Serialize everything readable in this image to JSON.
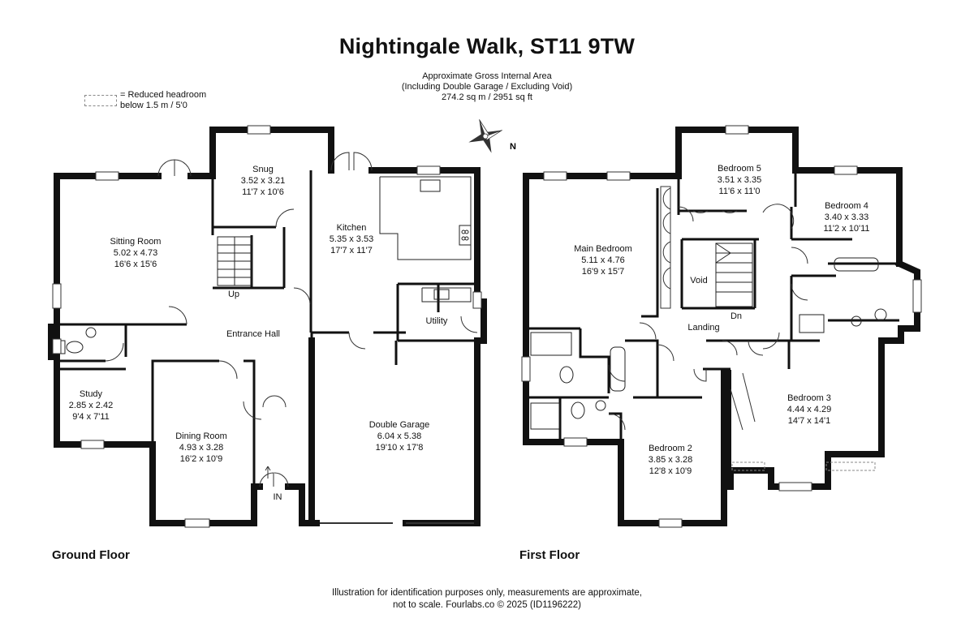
{
  "title": "Nightingale Walk, ST11 9TW",
  "area": {
    "line1": "Approximate Gross Internal Area",
    "line2": "(Including Double Garage / Excluding Void)",
    "line3": "274.2 sq m / 2951 sq ft"
  },
  "legend": {
    "line1": "= Reduced headroom",
    "line2": "below 1.5 m / 5'0"
  },
  "compass": {
    "label": "N"
  },
  "ground_floor": {
    "label": "Ground Floor",
    "rooms": {
      "sitting": {
        "name": "Sitting Room",
        "metric": "5.02 x 4.73",
        "imperial": "16'6 x 15'6"
      },
      "snug": {
        "name": "Snug",
        "metric": "3.52 x 3.21",
        "imperial": "11'7 x 10'6"
      },
      "kitchen": {
        "name": "Kitchen",
        "metric": "5.35 x 3.53",
        "imperial": "17'7 x 11'7"
      },
      "utility": {
        "name": "Utility"
      },
      "hall": {
        "name": "Entrance Hall"
      },
      "study": {
        "name": "Study",
        "metric": "2.85 x 2.42",
        "imperial": "9'4 x 7'11"
      },
      "dining": {
        "name": "Dining Room",
        "metric": "4.93 x 3.28",
        "imperial": "16'2 x 10'9"
      },
      "garage": {
        "name": "Double Garage",
        "metric": "6.04 x 5.38",
        "imperial": "19'10 x 17'8"
      }
    },
    "marks": {
      "up": "Up",
      "in": "IN"
    }
  },
  "first_floor": {
    "label": "First Floor",
    "rooms": {
      "main": {
        "name": "Main Bedroom",
        "metric": "5.11 x 4.76",
        "imperial": "16'9 x 15'7"
      },
      "bed5": {
        "name": "Bedroom 5",
        "metric": "3.51 x 3.35",
        "imperial": "11'6 x 11'0"
      },
      "bed4": {
        "name": "Bedroom 4",
        "metric": "3.40 x 3.33",
        "imperial": "11'2 x 10'11"
      },
      "void": {
        "name": "Void"
      },
      "landing": {
        "name": "Landing"
      },
      "bed3": {
        "name": "Bedroom 3",
        "metric": "4.44 x 4.29",
        "imperial": "14'7 x 14'1"
      },
      "bed2": {
        "name": "Bedroom 2",
        "metric": "3.85 x 3.28",
        "imperial": "12'8 x 10'9"
      }
    },
    "marks": {
      "dn": "Dn"
    }
  },
  "footer": {
    "line1": "Illustration for identification purposes only, measurements are approximate,",
    "line2": "not to scale. Fourlabs.co © 2025 (ID1196222)"
  }
}
